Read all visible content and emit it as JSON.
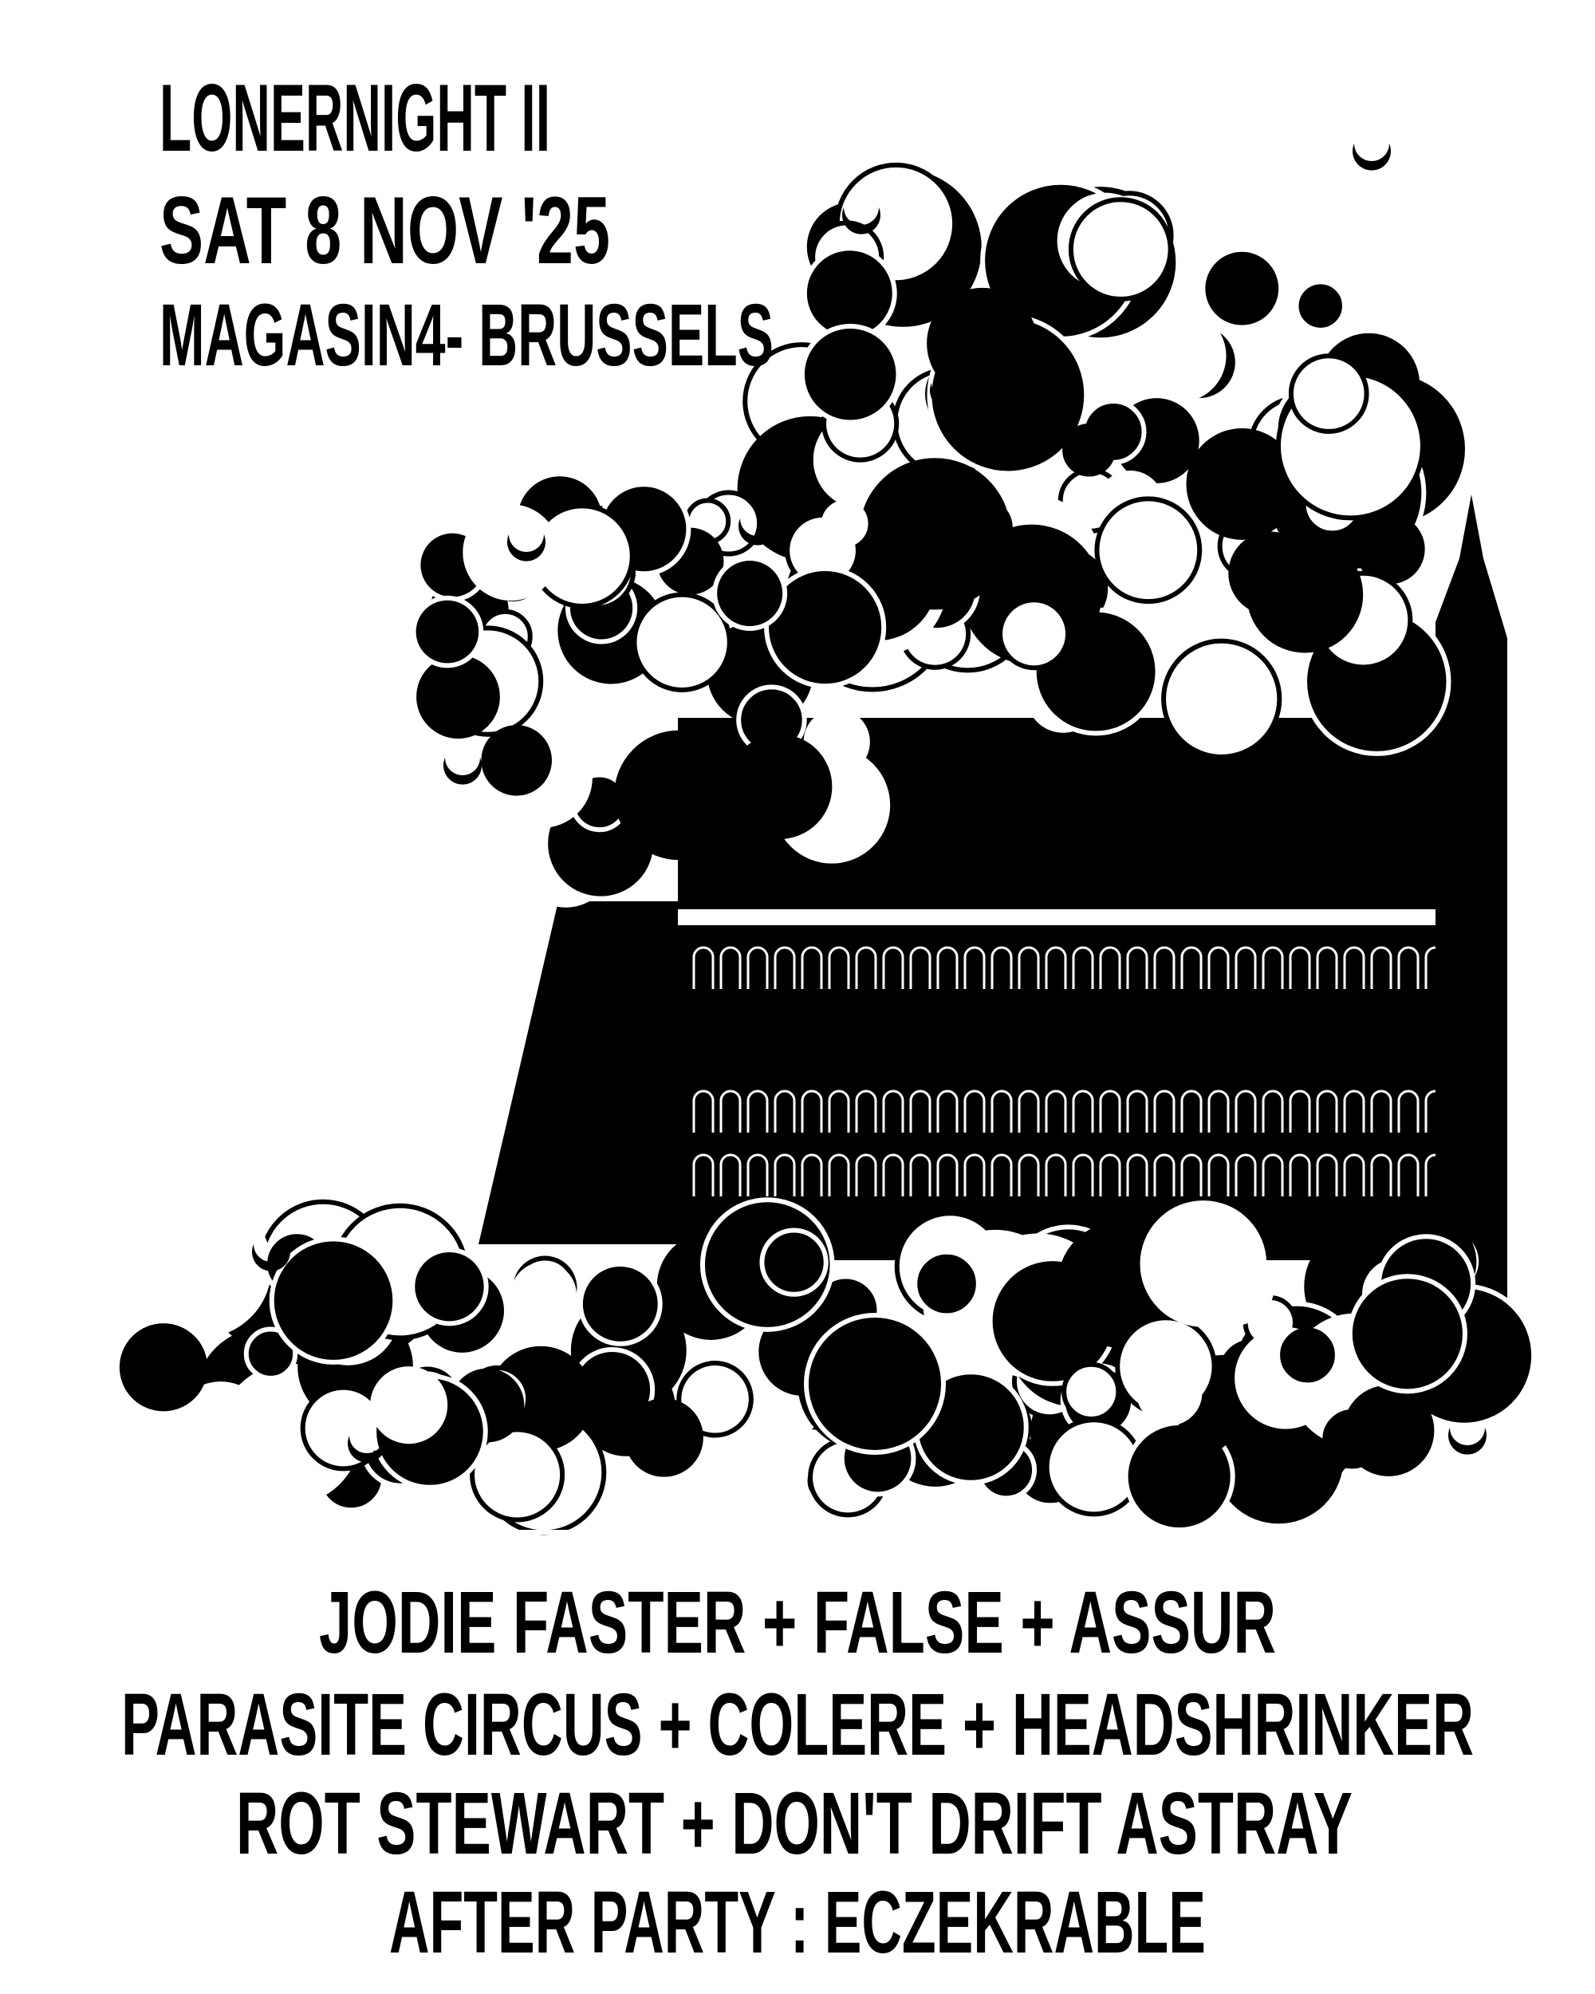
{
  "poster": {
    "event_title": "LONERNIGHT II",
    "date": "SAT 8 NOV '25",
    "venue": "MAGASIN4- BRUSSELS",
    "lineup": [
      "JODIE FASTER + FALSE + ASSUR",
      "PARASITE CIRCUS + COLERE + HEADSHRINKER",
      "ROT STEWART + DON'T DRIFT ASTRAY",
      "AFTER PARTY : ECZEKRABLE"
    ],
    "colors": {
      "ink": "#000000",
      "paper": "#ffffff"
    },
    "illustration": "gothic-town-hall-with-clouds"
  }
}
